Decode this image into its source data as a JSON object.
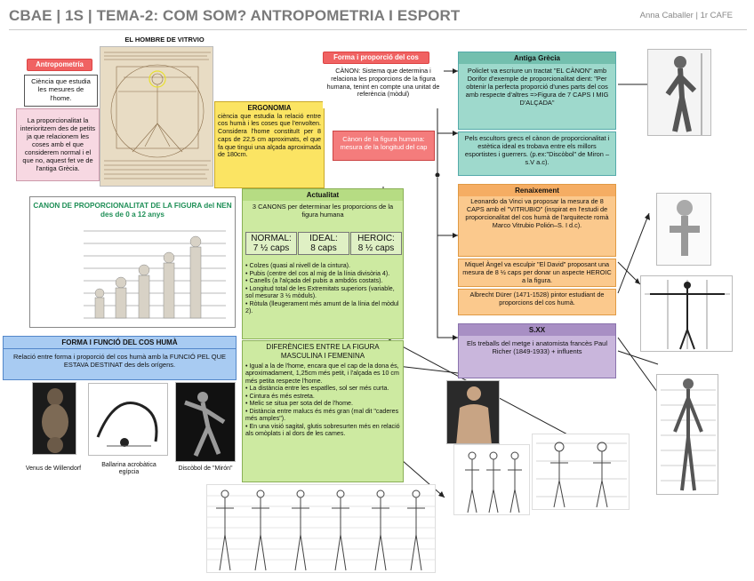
{
  "header": {
    "title": "CBAE | 1S | TEMA-2: COM SOM? ANTROPOMETRIA I ESPORT",
    "author": "Anna Caballer  |  1r CAFE"
  },
  "vitruvio": {
    "title": "EL HOMBRE DE VITRVIO"
  },
  "antropometria": {
    "header": "Antropometría",
    "definition": "Ciència que estudia les mesures de l'home.",
    "note": "La proporcionalitat la interioritzem des de petits ja que relacionem les coses amb el que considerem normal i el que no, aquest fet ve de l'antiga Grècia."
  },
  "ergonomia": {
    "title": "ERGONOMIA",
    "text": "ciència que estudia la relació entre cos humà i les coses que l'envolten. Considera l'home constituït per 8 caps de 22,5 cm aproximats, el que fa que tingui una alçada aproximada de 180cm."
  },
  "forma": {
    "header": "Forma i proporció del cos",
    "text": "CÀNON: Sistema que determina i relaciona les proporcions de la figura humana, tenint en compte una unitat de referència (mòdul)"
  },
  "canon_box": {
    "text": "Cànon de la figura humana: mesura de la longitud del cap"
  },
  "grecia": {
    "header": "Antiga Grècia",
    "p1": "Policlet va escriure un tractat \"EL CÀNON\" amb Dorifor d'exemple de proporcionalitat dient: \"Per obtenir la perfecta proporció d'unes parts del cos amb respecte d'altres =>Figura de 7 CAPS I MIG D'ALÇADA\"",
    "p2": "Pels escultors grecs el cànon de proporcionalitat i estètica ideal es trobava entre els millors esportistes i guerrers. (p.ex:\"Discòbol\" de Miron – s.V a.c)."
  },
  "renaixement": {
    "header": "Renaixement",
    "p1": "Leonardo da Vinci va proposar la mesura de 8 CAPS amb el \"VITRUBIO\" (inspirat en l'estudi de proporcionalitat del cos humà de l'arquitecte romà Marco Vitrubio Polión–S. I d.c).",
    "p2": "Miquel Àngel va esculpir \"El David\" proposant una mesura de 8 ½ caps per donar un aspecte HEROIC a la figura.",
    "p3": "Albrecht Dürer (1471-1528) pintor estudiant de proporcions del cos humà."
  },
  "sxx": {
    "header": "S.XX",
    "text": "Els treballs del metge i anatomista francès Paul Richer (1849-1933) + influents"
  },
  "canon_nen": {
    "title": "CANON DE PROPORCIONALITAT DE LA FIGURA del NEN des de 0 a 12 anys"
  },
  "actualitat": {
    "header": "Actualitat",
    "intro": "3 CANONS per determinar les proporcions de la figura humana",
    "canons": [
      {
        "name": "NORMAL:",
        "value": "7 ½ caps"
      },
      {
        "name": "IDEAL:",
        "value": "8 caps"
      },
      {
        "name": "HEROIC:",
        "value": "8 ½ caps"
      }
    ],
    "points": [
      "• Colzes (quasi al nivell de la cintura).",
      "• Pubis (centre del cos al mig de la línia divisòria 4).",
      "• Canells (a l'alçada del pubis a ambdós costats).",
      "• Longitud total de les Extremitats superiors (variable, sol mesurar 3 ½ mòduls).",
      "• Ròtula (lleugerament més amunt de la línia del mòdul 2)."
    ]
  },
  "diferencies": {
    "title": "DIFERÈNCIES ENTRE LA FIGURA MASCULINA I FEMENINA",
    "points": [
      "• Igual a la de l'home, encara que el cap de la dona és, aproximadament, 1,25cm més petit, i l'alçada es 10 cm més petita respecte l'home.",
      "• La distància entre les espatlles, sol ser més curta.",
      "• Cintura és més estreta.",
      "• Melic se situa per sota del de l'home.",
      "• Distància entre malucs és més gran (mal dit \"caderes més amples\").",
      "• En una visió sagital, glutis sobresurten més en relació als omòplats i al dors de les cames."
    ]
  },
  "forma_funcio": {
    "header": "FORMA I FUNCIÓ DEL COS HUMÀ",
    "text": "Relació entre forma i proporció del cos humà amb la FUNCIÓ PEL QUE ESTAVA DESTINAT des dels orígens."
  },
  "captions": {
    "venus": "Venus de Willendorf",
    "ballarina": "Ballarina acrobàtica egípcia",
    "discobol": "Discòbol de \"Mirón\""
  },
  "colors": {
    "red": "#f06262",
    "teal": "#9ed9cc",
    "orange": "#fbc98d",
    "green": "#cdeaa1",
    "lilac": "#c9b6dc",
    "blue": "#a8cbf2",
    "yellow": "#fbe463",
    "pink": "#f7d8e2"
  }
}
